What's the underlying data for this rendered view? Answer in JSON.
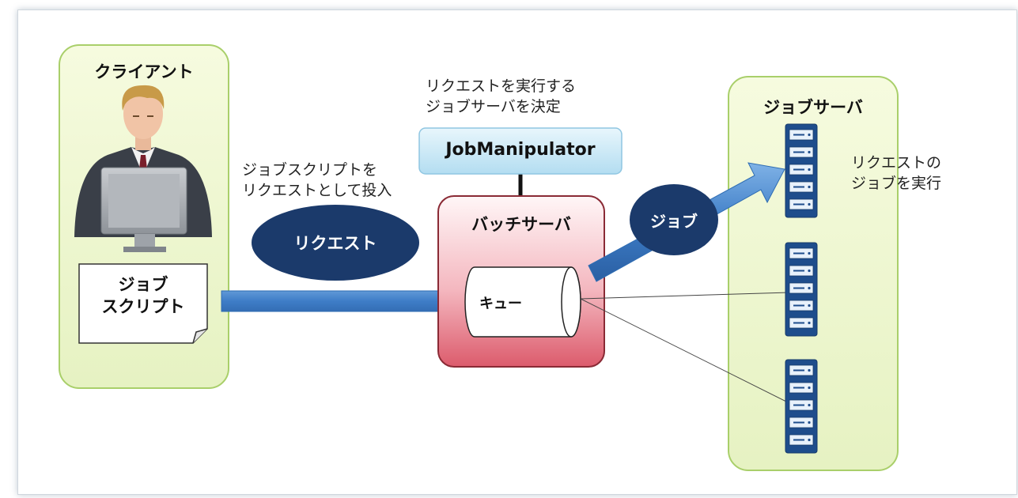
{
  "client": {
    "title": "クライアント",
    "doc_line1": "ジョブ",
    "doc_line2": "スクリプト"
  },
  "submit_caption": {
    "line1": "ジョブスクリプトを",
    "line2": "リクエストとして投入"
  },
  "request_label": "リクエスト",
  "manipulator": {
    "caption_line1": "リクエストを実行する",
    "caption_line2": "ジョブサーバを決定",
    "label": "JobManipulator"
  },
  "batch_server": {
    "title": "バッチサーバ",
    "queue_label": "キュー"
  },
  "job_label": "ジョブ",
  "job_server": {
    "title": "ジョブサーバ",
    "caption_line1": "リクエストの",
    "caption_line2": "ジョブを実行"
  },
  "colors": {
    "panel_green": "#e6f2c2",
    "panel_border": "#a9cf6a",
    "navy": "#1b3a6b",
    "arrow_blue": "#3e7dc7",
    "batch_red": "#e06a78",
    "manip_blue": "#bfe3f4"
  },
  "icons": [
    "user-at-computer-icon",
    "server-rack-icon"
  ]
}
